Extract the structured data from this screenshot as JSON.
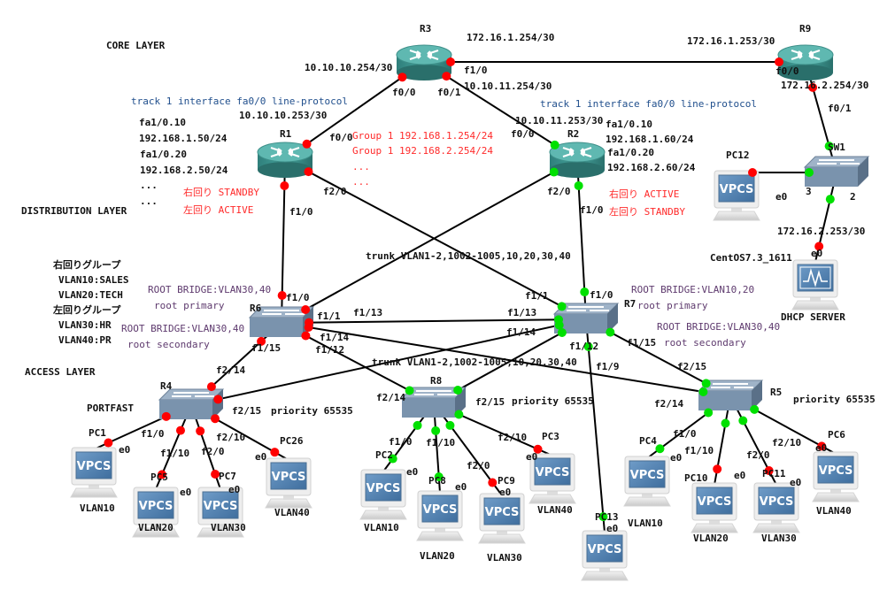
{
  "status_colors": {
    "down": "#ff0000",
    "up": "#00e000"
  },
  "icon_text": "VPCS",
  "nodes": {
    "R3": {
      "name": "R3",
      "type": "router"
    },
    "R9": {
      "name": "R9",
      "type": "router"
    },
    "R1": {
      "name": "R1",
      "type": "router"
    },
    "R2": {
      "name": "R2",
      "type": "router"
    },
    "R6": {
      "name": "R6",
      "type": "switch"
    },
    "R7": {
      "name": "R7",
      "type": "switch"
    },
    "R4": {
      "name": "R4",
      "type": "switch"
    },
    "R8": {
      "name": "R8",
      "type": "switch"
    },
    "R5": {
      "name": "R5",
      "type": "switch"
    },
    "SW1": {
      "name": "SW1",
      "type": "switch"
    },
    "PC1": {
      "name": "PC1",
      "type": "vpcs"
    },
    "PC5": {
      "name": "PC5",
      "type": "vpcs"
    },
    "PC7": {
      "name": "PC7",
      "type": "vpcs"
    },
    "PC26": {
      "name": "PC26",
      "type": "vpcs"
    },
    "PC2": {
      "name": "PC2",
      "type": "vpcs"
    },
    "PC8": {
      "name": "PC8",
      "type": "vpcs"
    },
    "PC9": {
      "name": "PC9",
      "type": "vpcs"
    },
    "PC3": {
      "name": "PC3",
      "type": "vpcs"
    },
    "PC13": {
      "name": "PC13",
      "type": "vpcs"
    },
    "PC4": {
      "name": "PC4",
      "type": "vpcs"
    },
    "PC10": {
      "name": "PC10",
      "type": "vpcs"
    },
    "PC11": {
      "name": "PC11",
      "type": "vpcs"
    },
    "PC6": {
      "name": "PC6",
      "type": "vpcs"
    },
    "PC12": {
      "name": "PC12",
      "type": "vpcs"
    },
    "CENTOS": {
      "name": "CentOS7.3_1611",
      "type": "server"
    }
  },
  "links": [
    {
      "a": "R3",
      "b": "R9",
      "a_status": "down",
      "b_status": "down"
    },
    {
      "a": "R3",
      "b": "R1",
      "a_status": "down",
      "b_status": "down"
    },
    {
      "a": "R3",
      "b": "R2",
      "a_status": "down",
      "b_status": "up"
    },
    {
      "a": "R9",
      "b": "SW1",
      "a_status": "down",
      "b_status": "up"
    },
    {
      "a": "R1",
      "b": "R6",
      "a_status": "down",
      "b_status": "down"
    },
    {
      "a": "R1",
      "b": "R7",
      "a_status": "down",
      "b_status": "up"
    },
    {
      "a": "R2",
      "b": "R6",
      "a_status": "up",
      "b_status": "down"
    },
    {
      "a": "R2",
      "b": "R7",
      "a_status": "up",
      "b_status": "up"
    },
    {
      "a": "R6",
      "b": "R7",
      "a_status": "down",
      "b_status": "up"
    },
    {
      "a": "R6",
      "b": "R5",
      "a_status": "down",
      "b_status": "up"
    },
    {
      "a": "R6",
      "b": "R8",
      "a_status": "down",
      "b_status": "up"
    },
    {
      "a": "R6",
      "b": "R4",
      "a_status": "down",
      "b_status": "down"
    },
    {
      "a": "R7",
      "b": "R4",
      "a_status": "up",
      "b_status": "down"
    },
    {
      "a": "R7",
      "b": "R8",
      "a_status": "up",
      "b_status": "up"
    },
    {
      "a": "R7",
      "b": "PC13",
      "a_status": "up",
      "b_status": "up"
    },
    {
      "a": "R7",
      "b": "R5",
      "a_status": "up",
      "b_status": "up"
    },
    {
      "a": "SW1",
      "b": "PC12",
      "a_status": "up",
      "b_status": "down"
    },
    {
      "a": "SW1",
      "b": "CENTOS",
      "a_status": "up",
      "b_status": "down"
    },
    {
      "a": "R4",
      "b": "PC1",
      "a_status": "down",
      "b_status": "down"
    },
    {
      "a": "R4",
      "b": "PC5",
      "a_status": "down",
      "b_status": "down"
    },
    {
      "a": "R4",
      "b": "PC7",
      "a_status": "down",
      "b_status": "down"
    },
    {
      "a": "R4",
      "b": "PC26",
      "a_status": "down",
      "b_status": "down"
    },
    {
      "a": "R8",
      "b": "PC2",
      "a_status": "up",
      "b_status": "up"
    },
    {
      "a": "R8",
      "b": "PC8",
      "a_status": "up",
      "b_status": "up"
    },
    {
      "a": "R8",
      "b": "PC9",
      "a_status": "up",
      "b_status": "down"
    },
    {
      "a": "R8",
      "b": "PC3",
      "a_status": "up",
      "b_status": "down"
    },
    {
      "a": "R5",
      "b": "PC4",
      "a_status": "up",
      "b_status": "up"
    },
    {
      "a": "R5",
      "b": "PC10",
      "a_status": "up",
      "b_status": "down"
    },
    {
      "a": "R5",
      "b": "PC11",
      "a_status": "up",
      "b_status": "down"
    },
    {
      "a": "R5",
      "b": "PC6",
      "a_status": "up",
      "b_status": "down"
    }
  ],
  "labels": [
    {
      "text": "CORE LAYER",
      "color": "black"
    },
    {
      "text": "DISTRIBUTION LAYER",
      "color": "black"
    },
    {
      "text": "ACCESS LAYER",
      "color": "black"
    },
    {
      "text": "172.16.1.254/30",
      "color": "black"
    },
    {
      "text": "172.16.1.253/30",
      "color": "black"
    },
    {
      "text": "10.10.10.254/30",
      "color": "black"
    },
    {
      "text": "f1/0",
      "color": "black"
    },
    {
      "text": "f0/0",
      "color": "black"
    },
    {
      "text": "172.16.2.254/30",
      "color": "black"
    },
    {
      "text": "f0/0",
      "color": "black"
    },
    {
      "text": "f0/1",
      "color": "black"
    },
    {
      "text": "10.10.11.254/30",
      "color": "black"
    },
    {
      "text": "track 1 interface fa0/0 line-protocol",
      "color": "blue"
    },
    {
      "text": "track 1 interface fa0/0 line-protocol",
      "color": "blue"
    },
    {
      "text": "10.10.10.253/30",
      "color": "black"
    },
    {
      "text": "fa1/0.10",
      "color": "black"
    },
    {
      "text": "192.168.1.50/24",
      "color": "black"
    },
    {
      "text": "fa1/0.20",
      "color": "black"
    },
    {
      "text": "192.168.2.50/24",
      "color": "black"
    },
    {
      "text": "...",
      "color": "black"
    },
    {
      "text": "...",
      "color": "black"
    },
    {
      "text": "f0/0",
      "color": "black"
    },
    {
      "text": "Group 1 192.168.1.254/24",
      "color": "red"
    },
    {
      "text": "Group 1 192.168.2.254/24",
      "color": "red"
    },
    {
      "text": "...",
      "color": "red"
    },
    {
      "text": "...",
      "color": "red"
    },
    {
      "text": "10.10.11.253/30",
      "color": "black"
    },
    {
      "text": "f0/0",
      "color": "black"
    },
    {
      "text": "fa1/0.10",
      "color": "black"
    },
    {
      "text": "192.168.1.60/24",
      "color": "black"
    },
    {
      "text": "fa1/0.20",
      "color": "black"
    },
    {
      "text": "192.168.2.60/24",
      "color": "black"
    },
    {
      "text": "f0/1",
      "color": "black"
    },
    {
      "text": "f2/0",
      "color": "black"
    },
    {
      "text": "f2/0",
      "color": "black"
    },
    {
      "text": "右回り STANDBY",
      "color": "red"
    },
    {
      "text": "左回り ACTIVE",
      "color": "red"
    },
    {
      "text": "右回り ACTIVE",
      "color": "red"
    },
    {
      "text": "左回り STANDBY",
      "color": "red"
    },
    {
      "text": "f1/0",
      "color": "black"
    },
    {
      "text": "f1/0",
      "color": "black"
    },
    {
      "text": "e0",
      "color": "black"
    },
    {
      "text": "3",
      "color": "black"
    },
    {
      "text": "2",
      "color": "black"
    },
    {
      "text": "172.16.2.253/30",
      "color": "black"
    },
    {
      "text": "trunk VLAN1-2,1002-1005,10,20,30,40",
      "color": "black"
    },
    {
      "text": "e0",
      "color": "black"
    },
    {
      "text": "右回りグループ",
      "color": "black"
    },
    {
      "text": "VLAN10:SALES",
      "color": "black"
    },
    {
      "text": "VLAN20:TECH",
      "color": "black"
    },
    {
      "text": "左回りグループ",
      "color": "black"
    },
    {
      "text": "VLAN30:HR",
      "color": "black"
    },
    {
      "text": "VLAN40:PR",
      "color": "black"
    },
    {
      "text": "ROOT BRIDGE:VLAN30,40",
      "color": "purple"
    },
    {
      "text": "root primary",
      "color": "purple"
    },
    {
      "text": "f1/0",
      "color": "black"
    },
    {
      "text": "f1/1",
      "color": "black"
    },
    {
      "text": "f1/0",
      "color": "black"
    },
    {
      "text": "ROOT BRIDGE:VLAN10,20",
      "color": "purple"
    },
    {
      "text": "root primary",
      "color": "purple"
    },
    {
      "text": "ROOT BRIDGE:VLAN30,40",
      "color": "purple"
    },
    {
      "text": "root secondary",
      "color": "purple"
    },
    {
      "text": "f1/1",
      "color": "black"
    },
    {
      "text": "f1/13",
      "color": "black"
    },
    {
      "text": "f1/13",
      "color": "black"
    },
    {
      "text": "f1/14",
      "color": "black"
    },
    {
      "text": "f1/14",
      "color": "black"
    },
    {
      "text": "f1/12",
      "color": "black"
    },
    {
      "text": "f1/15",
      "color": "black"
    },
    {
      "text": "ROOT BRIDGE:VLAN30,40",
      "color": "purple"
    },
    {
      "text": "root secondary",
      "color": "purple"
    },
    {
      "text": "f1/12",
      "color": "black"
    },
    {
      "text": "f1/15",
      "color": "black"
    },
    {
      "text": "f1/9",
      "color": "black"
    },
    {
      "text": "trunk VLAN1-2,1002-1005,10,20,30,40",
      "color": "black"
    },
    {
      "text": "f2/14",
      "color": "black"
    },
    {
      "text": "f2/15",
      "color": "black"
    },
    {
      "text": "f2/14",
      "color": "black"
    },
    {
      "text": "f2/15",
      "color": "black"
    },
    {
      "text": "priority 65535",
      "color": "black"
    },
    {
      "text": "f2/15",
      "color": "black"
    },
    {
      "text": "priority 65535",
      "color": "black"
    },
    {
      "text": "f2/14",
      "color": "black"
    },
    {
      "text": "priority 65535",
      "color": "black"
    },
    {
      "text": "PORTFAST",
      "color": "black"
    },
    {
      "text": "f1/0",
      "color": "black"
    },
    {
      "text": "e0",
      "color": "black"
    },
    {
      "text": "f1/10",
      "color": "black"
    },
    {
      "text": "f2/0",
      "color": "black"
    },
    {
      "text": "f2/10",
      "color": "black"
    },
    {
      "text": "e0",
      "color": "black"
    },
    {
      "text": "e0",
      "color": "black"
    },
    {
      "text": "e0",
      "color": "black"
    },
    {
      "text": "VLAN10",
      "color": "black"
    },
    {
      "text": "VLAN20",
      "color": "black"
    },
    {
      "text": "VLAN30",
      "color": "black"
    },
    {
      "text": "VLAN40",
      "color": "black"
    },
    {
      "text": "f1/0",
      "color": "black"
    },
    {
      "text": "f1/10",
      "color": "black"
    },
    {
      "text": "f2/0",
      "color": "black"
    },
    {
      "text": "f2/10",
      "color": "black"
    },
    {
      "text": "e0",
      "color": "black"
    },
    {
      "text": "e0",
      "color": "black"
    },
    {
      "text": "e0",
      "color": "black"
    },
    {
      "text": "e0",
      "color": "black"
    },
    {
      "text": "VLAN10",
      "color": "black"
    },
    {
      "text": "VLAN20",
      "color": "black"
    },
    {
      "text": "VLAN30",
      "color": "black"
    },
    {
      "text": "VLAN40",
      "color": "black"
    },
    {
      "text": "f1/0",
      "color": "black"
    },
    {
      "text": "e0",
      "color": "black"
    },
    {
      "text": "f1/10",
      "color": "black"
    },
    {
      "text": "f2/0",
      "color": "black"
    },
    {
      "text": "f2/10",
      "color": "black"
    },
    {
      "text": "e0",
      "color": "black"
    },
    {
      "text": "e0",
      "color": "black"
    },
    {
      "text": "e0",
      "color": "black"
    },
    {
      "text": "VLAN10",
      "color": "black"
    },
    {
      "text": "VLAN20",
      "color": "black"
    },
    {
      "text": "VLAN30",
      "color": "black"
    },
    {
      "text": "VLAN40",
      "color": "black"
    },
    {
      "text": "e0",
      "color": "black"
    },
    {
      "text": "DHCP SERVER",
      "color": "black"
    }
  ]
}
